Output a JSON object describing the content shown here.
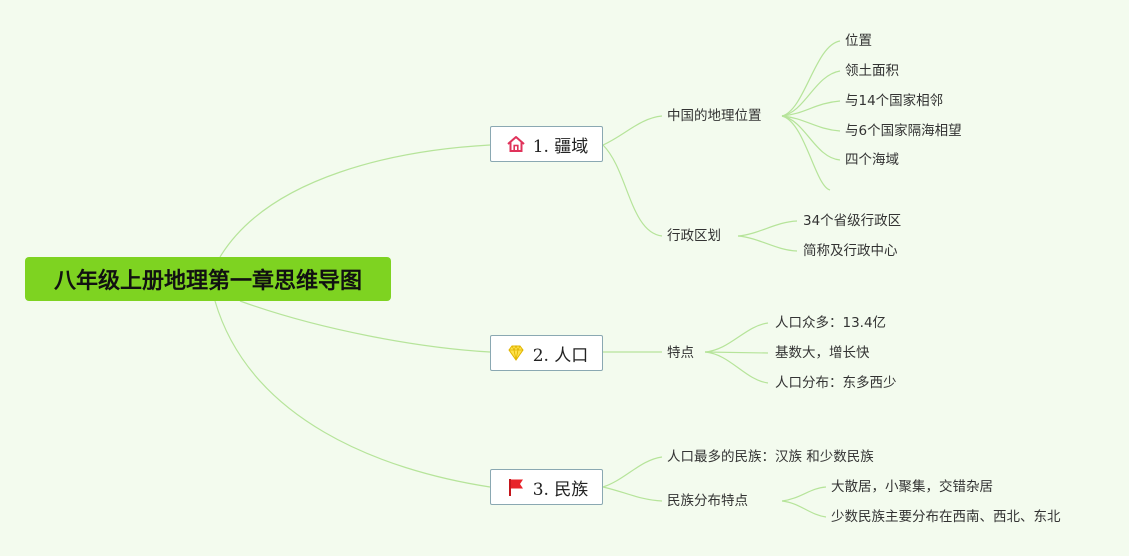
{
  "root": {
    "title": "八年级上册地理第一章思维导图"
  },
  "colors": {
    "background": "#f3fbee",
    "root": "#7ed321",
    "lines": "#b6e49a",
    "topic_border": "#8aa8b2"
  },
  "topics": [
    {
      "label": "1. 疆域",
      "icon": "home-icon",
      "children": [
        {
          "label": "中国的地理位置",
          "children": [
            "位置",
            "领土面积",
            "与14个国家相邻",
            "与6个国家隔海相望",
            "四个海域",
            ""
          ]
        },
        {
          "label": "行政区划",
          "children": [
            "34个省级行政区",
            "简称及行政中心"
          ]
        }
      ]
    },
    {
      "label": "2. 人口",
      "icon": "diamond-icon",
      "children": [
        {
          "label": "特点",
          "children": [
            "人口众多：13.4亿",
            "基数大，增长快",
            "人口分布：东多西少"
          ]
        }
      ]
    },
    {
      "label": "3. 民族",
      "icon": "flag-icon",
      "children": [
        {
          "label": "人口最多的民族：汉族 和少数民族",
          "children": []
        },
        {
          "label": "民族分布特点",
          "children": [
            "大散居，小聚集，交错杂居",
            "少数民族主要分布在西南、西北、东北"
          ]
        }
      ]
    }
  ]
}
